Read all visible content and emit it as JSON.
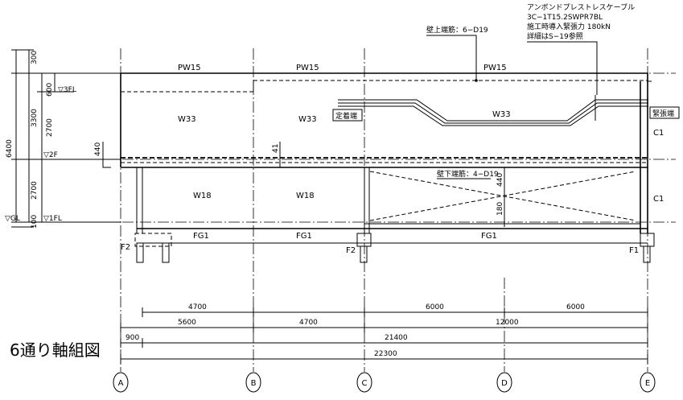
{
  "title": "6通り軸組図",
  "grid_axes": [
    "A",
    "B",
    "C",
    "D",
    "E"
  ],
  "levels": {
    "gl": "▽GL",
    "f1": "▽1FL",
    "f2": "▽2F",
    "f3": "▽3FL"
  },
  "vertical_dims": {
    "d300": "300",
    "d3300": "3300",
    "d6400": "6400",
    "d2700_upper": "2700",
    "d600": "600",
    "d2700_lower": "2700",
    "d100": "100",
    "d440_left": "440",
    "d41": "41",
    "d440_mid": "440",
    "d180": "180"
  },
  "members": {
    "pw15_ab": "PW15",
    "pw15_bc": "PW15",
    "pw15_ce": "PW15",
    "w33_ab": "W33",
    "w33_bc": "W33",
    "w33_ce": "W33",
    "w18_ab": "W18",
    "w18_bc": "W18",
    "fg1_ab": "FG1",
    "fg1_bc": "FG1",
    "fg1_ce": "FG1",
    "c1_upper": "C1",
    "c1_lower": "C1",
    "f2_a": "F2",
    "f2_c": "F2",
    "f1_e": "F1"
  },
  "annotations": {
    "cable_line1": "アンボンドプレストレスケーブル",
    "cable_line2": "3C−1T15.2SWPR7BL",
    "cable_line3": "施工時導入緊張力 180kN",
    "cable_line4": "詳細はS−19参照",
    "upper_rebar": "壁上端筋：6−D19",
    "lower_rebar": "壁下端筋：4−D19",
    "fixed_anchor": "定着端",
    "tension_anchor": "緊張端"
  },
  "horizontal_dims": {
    "r1_4700": "4700",
    "r1_6000_cd": "6000",
    "r1_6000_de": "6000",
    "r2_5600": "5600",
    "r2_4700": "4700",
    "r2_12000": "12000",
    "r3_900": "900",
    "r3_21400": "21400",
    "r4_22300": "22300"
  }
}
